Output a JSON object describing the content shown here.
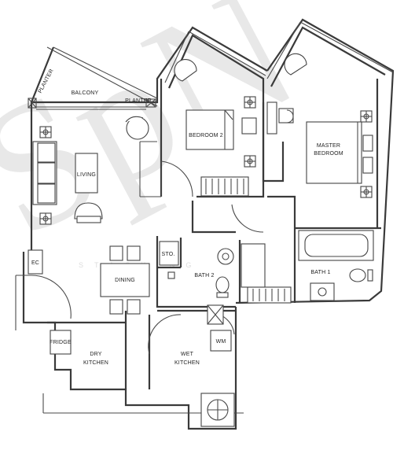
{
  "watermark": {
    "text": "SpN",
    "subtext": "STACKING"
  },
  "rooms": {
    "balcony": "BALCONY",
    "planter_left": "PLANTER",
    "planter_top": "PLANTER",
    "bedroom2": "BEDROOM 2",
    "master_line1": "MASTER",
    "master_line2": "BEDROOM",
    "living": "LIVING",
    "ec": "EC",
    "store": "STO.",
    "dining": "DINING",
    "bath2": "BATH 2",
    "bath1": "BATH 1",
    "fridge": "FRIDGE",
    "dry_line1": "DRY",
    "dry_line2": "KITCHEN",
    "wet_line1": "WET",
    "wet_line2": "KITCHEN",
    "wm": "WM"
  }
}
